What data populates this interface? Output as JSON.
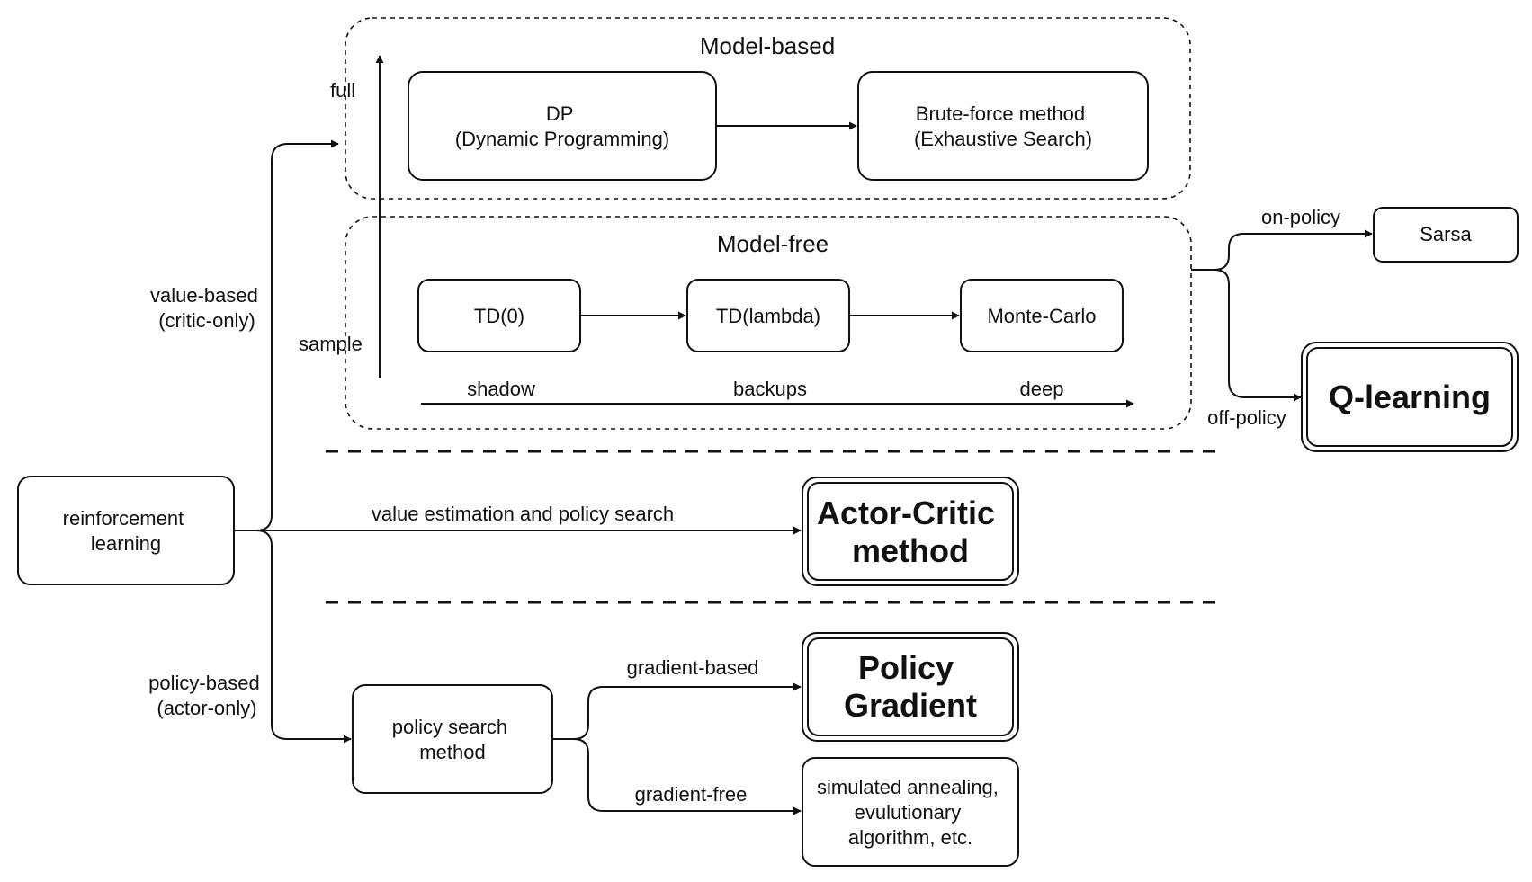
{
  "root": {
    "line1": "reinforcement",
    "line2": "learning"
  },
  "edges": {
    "value_based_1": "value-based",
    "value_based_2": "(critic-only)",
    "policy_based_1": "policy-based",
    "policy_based_2": "(actor-only)",
    "value_estimation": "value estimation and policy search",
    "on_policy": "on-policy",
    "off_policy": "off-policy",
    "gradient_based": "gradient-based",
    "gradient_free": "gradient-free"
  },
  "model_based": {
    "title": "Model-based",
    "dp_line1": "DP",
    "dp_line2": "(Dynamic Programming)",
    "brute_line1": "Brute-force method",
    "brute_line2": "(Exhaustive Search)"
  },
  "model_free": {
    "title": "Model-free",
    "td0": "TD(0)",
    "tdlambda": "TD(lambda)",
    "montecarlo": "Monte-Carlo"
  },
  "axes": {
    "full": "full",
    "sample": "sample",
    "shadow": "shadow",
    "backups": "backups",
    "deep": "deep"
  },
  "sarsa": "Sarsa",
  "qlearning": "Q-learning",
  "actor_critic": {
    "line1": "Actor-Critic",
    "line2": "method"
  },
  "policy_search": {
    "line1": "policy search",
    "line2": "method"
  },
  "policy_gradient": {
    "line1": "Policy",
    "line2": "Gradient"
  },
  "other_methods": {
    "line1": "simulated annealing,",
    "line2": "evulutionary",
    "line3": "algorithm, etc."
  }
}
